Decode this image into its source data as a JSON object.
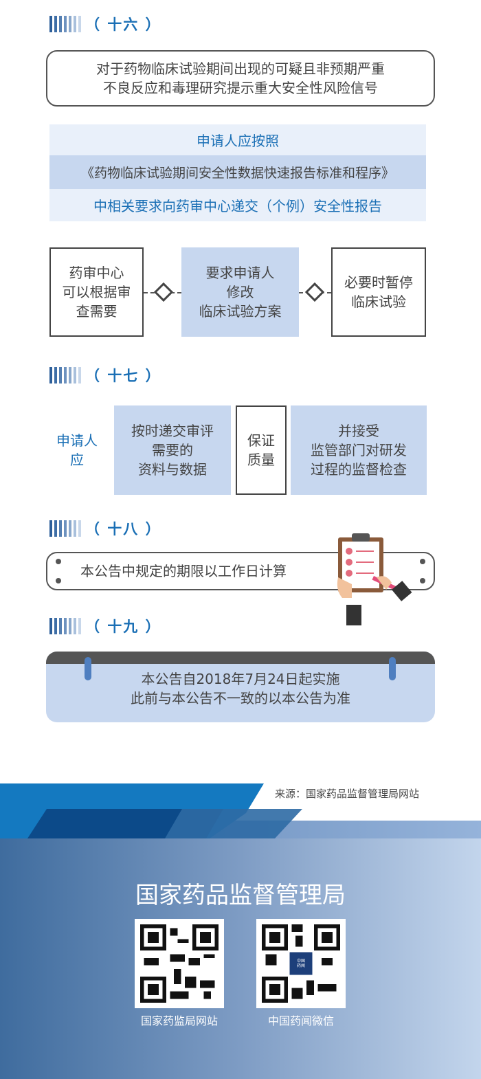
{
  "sections": {
    "s16": {
      "title": "（ 十六 ）",
      "intro": [
        "对于药物临床试验期间出现的可疑且非预期严重",
        "不良反应和毒理研究提示重大安全性风险信号"
      ],
      "band": [
        "申请人应按照",
        "《药物临床试验期间安全性数据快速报告标准和程序》",
        "中相关要求向药审中心递交（个例）安全性报告"
      ],
      "flow": [
        [
          "药审中心",
          "可以根据审",
          "查需要"
        ],
        [
          "要求申请人",
          "修改",
          "临床试验方案"
        ],
        [
          "必要时暂停",
          "临床试验"
        ]
      ]
    },
    "s17": {
      "title": "（ 十七 ）",
      "label": [
        "申请人",
        "应"
      ],
      "boxes": [
        [
          "按时递交审评",
          "需要的",
          "资料与数据"
        ],
        [
          "保证",
          "质量"
        ],
        [
          "并接受",
          "监管部门对研发",
          "过程的监督检查"
        ]
      ]
    },
    "s18": {
      "title": "（ 十八 ）",
      "text": "本公告中规定的期限以工作日计算"
    },
    "s19": {
      "title": "（ 十九 ）",
      "lines": [
        "本公告自2018年7月24日起实施",
        "此前与本公告不一致的以本公告为准"
      ]
    }
  },
  "footer": {
    "source": "来源：国家药品监督管理局网站",
    "org": "国家药品监督管理局",
    "qr": [
      {
        "label": "国家药监局网站"
      },
      {
        "label": "中国药闻微信",
        "logo": "中国药闻"
      }
    ]
  },
  "colors": {
    "accent": "#1a6fb5",
    "fill": "#c7d7ef",
    "light": "#e9f0fa"
  }
}
